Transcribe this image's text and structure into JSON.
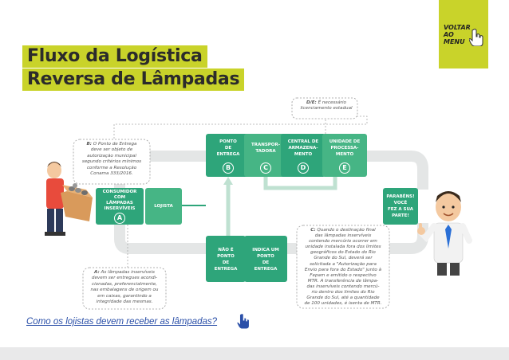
{
  "title": {
    "line1": "Fluxo da Logística",
    "line2": "Reversa de Lâmpadas"
  },
  "menu": {
    "label_line1": "VOLTAR",
    "label_line2": "AO",
    "label_line3": "MENU"
  },
  "boxes": {
    "consumidor": {
      "lines": [
        "CONSUMIDOR",
        "COM",
        "LÂMPADAS",
        "INSERVÍVEIS"
      ],
      "badge": "A"
    },
    "lojista": {
      "label": "LOJISTA"
    },
    "ponto_entrega": {
      "lines": [
        "PONTO",
        "DE",
        "ENTREGA"
      ],
      "badge": "B"
    },
    "transportadora": {
      "lines": [
        "TRANSPOR-",
        "TADORA"
      ],
      "badge": "C"
    },
    "central": {
      "lines": [
        "CENTRAL DE",
        "ARMAZENA-",
        "MENTO"
      ],
      "badge": "D"
    },
    "unidade": {
      "lines": [
        "UNIDADE DE",
        "PROCESSA-",
        "MENTO"
      ],
      "badge": "E"
    },
    "nao_ponto": {
      "lines": [
        "NÃO É",
        "PONTO",
        "DE",
        "ENTREGA"
      ]
    },
    "indica": {
      "lines": [
        "INDICA UM",
        "PONTO",
        "DE",
        "ENTREGA"
      ]
    },
    "parabens": {
      "lines": [
        "PARABÉNS!",
        "VOCÊ",
        "FEZ A SUA",
        "PARTE!"
      ]
    }
  },
  "notes": {
    "de": {
      "lead": "D/E:",
      "lines": [
        " É necessário",
        "licenciamento estadual"
      ]
    },
    "b": {
      "lead": "B:",
      "lines": [
        " O Ponto de Entrega",
        "deve ser objeto de",
        "autorização municipal",
        "segundo critérios mínimos",
        "conforme a Resolução",
        "Conama 333/2016."
      ]
    },
    "a": {
      "lead": "A:",
      "lines": [
        " As lâmpadas inservíveis",
        "devem ser entregues acondi-",
        "cionadas, preferencialmente,",
        "nas embalagens de origem ou",
        "em caixas, garantindo a",
        "integridade das mesmas."
      ]
    },
    "c": {
      "lead": "C:",
      "lines": [
        " Quando o destinação final",
        "das lâmpadas inservíveis",
        "contendo mercúrio ocorrer em",
        "unidade instalada fora dos limites",
        "geográficos do Estado do Rio",
        "Grande do Sul, deverá ser",
        "solicitada a \"Autorização para",
        "Envio para fora do Estado\" junto à",
        "Fepam e emitido o respectivo",
        "MTR. A transferência de lâmpa-",
        "das inservíveis contendo mercú-",
        "rio dentro dos limites do Rio",
        "Grande do Sul, até a quantidade",
        "de 100 unidades, é isenta de MTR."
      ]
    }
  },
  "bottom_link": "Como os lojistas devem receber as lâmpadas?",
  "colors": {
    "accent": "#c9d32a",
    "green": "#2ea57a",
    "link": "#2a4fa8"
  }
}
